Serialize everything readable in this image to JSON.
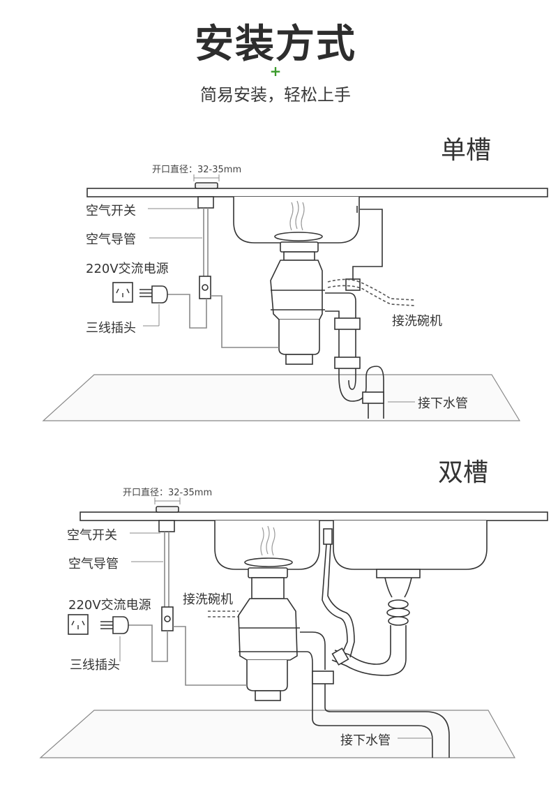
{
  "header": {
    "title": "安装方式",
    "plus": "+",
    "subtitle": "简易安装，轻松上手",
    "accent_color": "#3a9a2a"
  },
  "single": {
    "heading": "单槽",
    "opening": "开口直径：32-35mm",
    "air_switch": "空气开关",
    "air_tube": "空气导管",
    "power": "220V交流电源",
    "plug": "三线插头",
    "dishwasher": "接洗碗机",
    "drain": "接下水管"
  },
  "double": {
    "heading": "双槽",
    "opening": "开口直径：32-35mm",
    "air_switch": "空气开关",
    "air_tube": "空气导管",
    "power": "220V交流电源",
    "plug": "三线插头",
    "dishwasher": "接洗碗机",
    "drain": "接下水管"
  }
}
